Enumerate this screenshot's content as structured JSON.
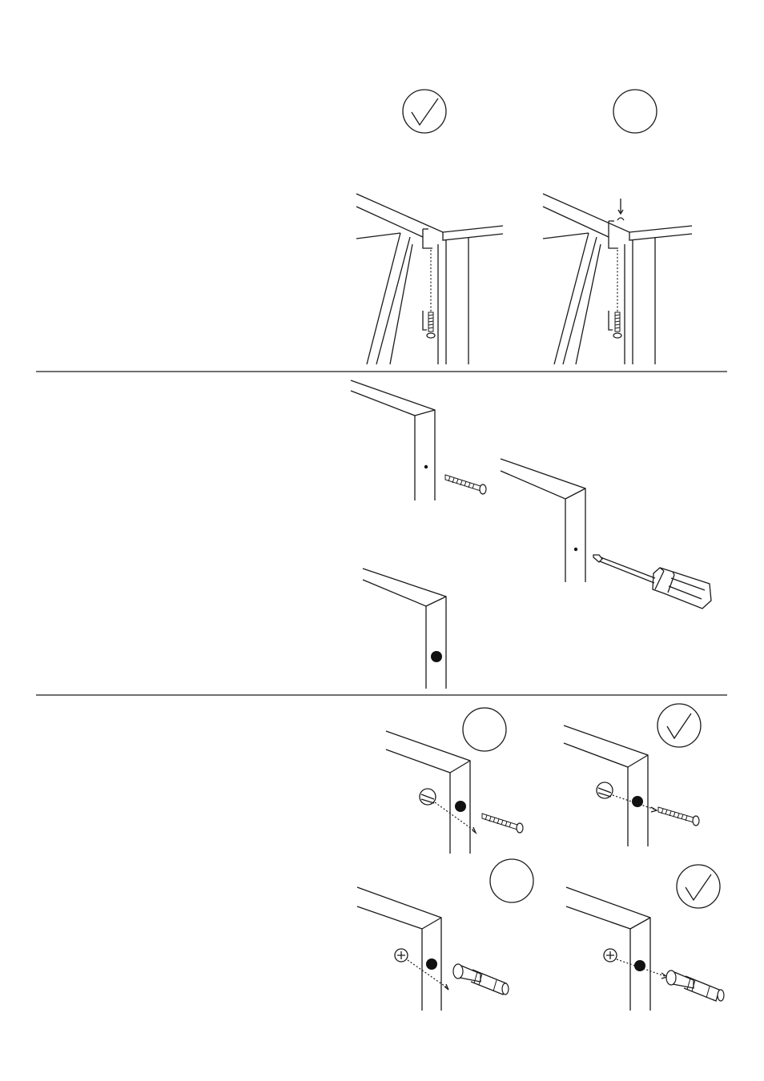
{
  "diagram": {
    "sections": [
      {
        "id": "top",
        "markers": [
          "correct",
          "incorrect"
        ]
      },
      {
        "id": "middle",
        "markers": []
      },
      {
        "id": "bottom",
        "markers": [
          "incorrect",
          "correct",
          "incorrect",
          "correct"
        ]
      }
    ],
    "icons": [
      "check-circle-icon",
      "blank-circle-icon",
      "screw-icon",
      "screwdriver-icon",
      "cam-bolt-icon",
      "slot-screw-head-icon",
      "cross-screw-head-icon"
    ]
  }
}
